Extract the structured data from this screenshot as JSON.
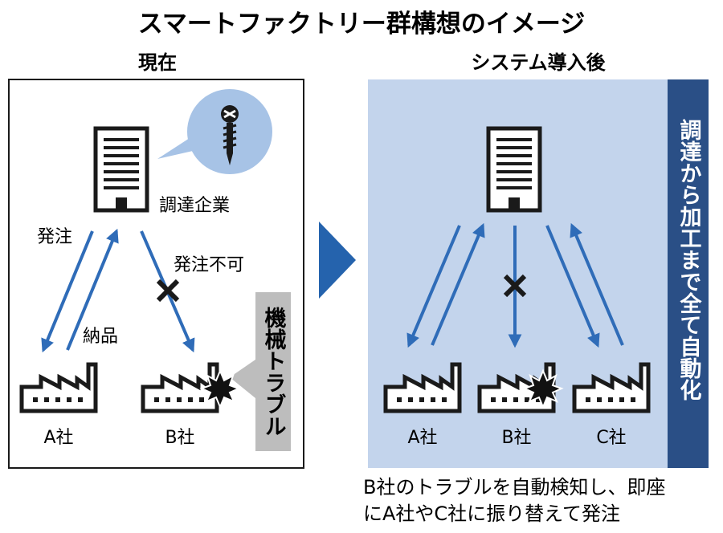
{
  "title": "スマートファクトリー群構想のイメージ",
  "before": {
    "heading": "現在",
    "hq_label": "調達企業",
    "order_label": "発注",
    "delivery_label": "納品",
    "order_blocked_label": "発注不可",
    "trouble_label": "機械トラブル",
    "factory_a": "A社",
    "factory_b": "B社"
  },
  "after": {
    "heading": "システム導入後",
    "automation_label": "調達から加工まで全て自動化",
    "factory_a": "A社",
    "factory_b": "B社",
    "factory_c": "C社",
    "caption_line1": "B社のトラブルを自動検知し、即座",
    "caption_line2": "にA社やC社に振り替えて発注"
  },
  "colors": {
    "arrow": "#2f6cb8",
    "right_panel": "#c3d4ec",
    "vertical_band": "#2a4f86",
    "trouble_box": "#bdbdbd",
    "bubble": "#a7c3e6",
    "divider_arrow": "#2563ad"
  },
  "icons": [
    "office-building-icon",
    "screw-icon",
    "factory-icon",
    "explosion-icon",
    "cross-mark-icon",
    "right-chevron-arrow-icon"
  ]
}
